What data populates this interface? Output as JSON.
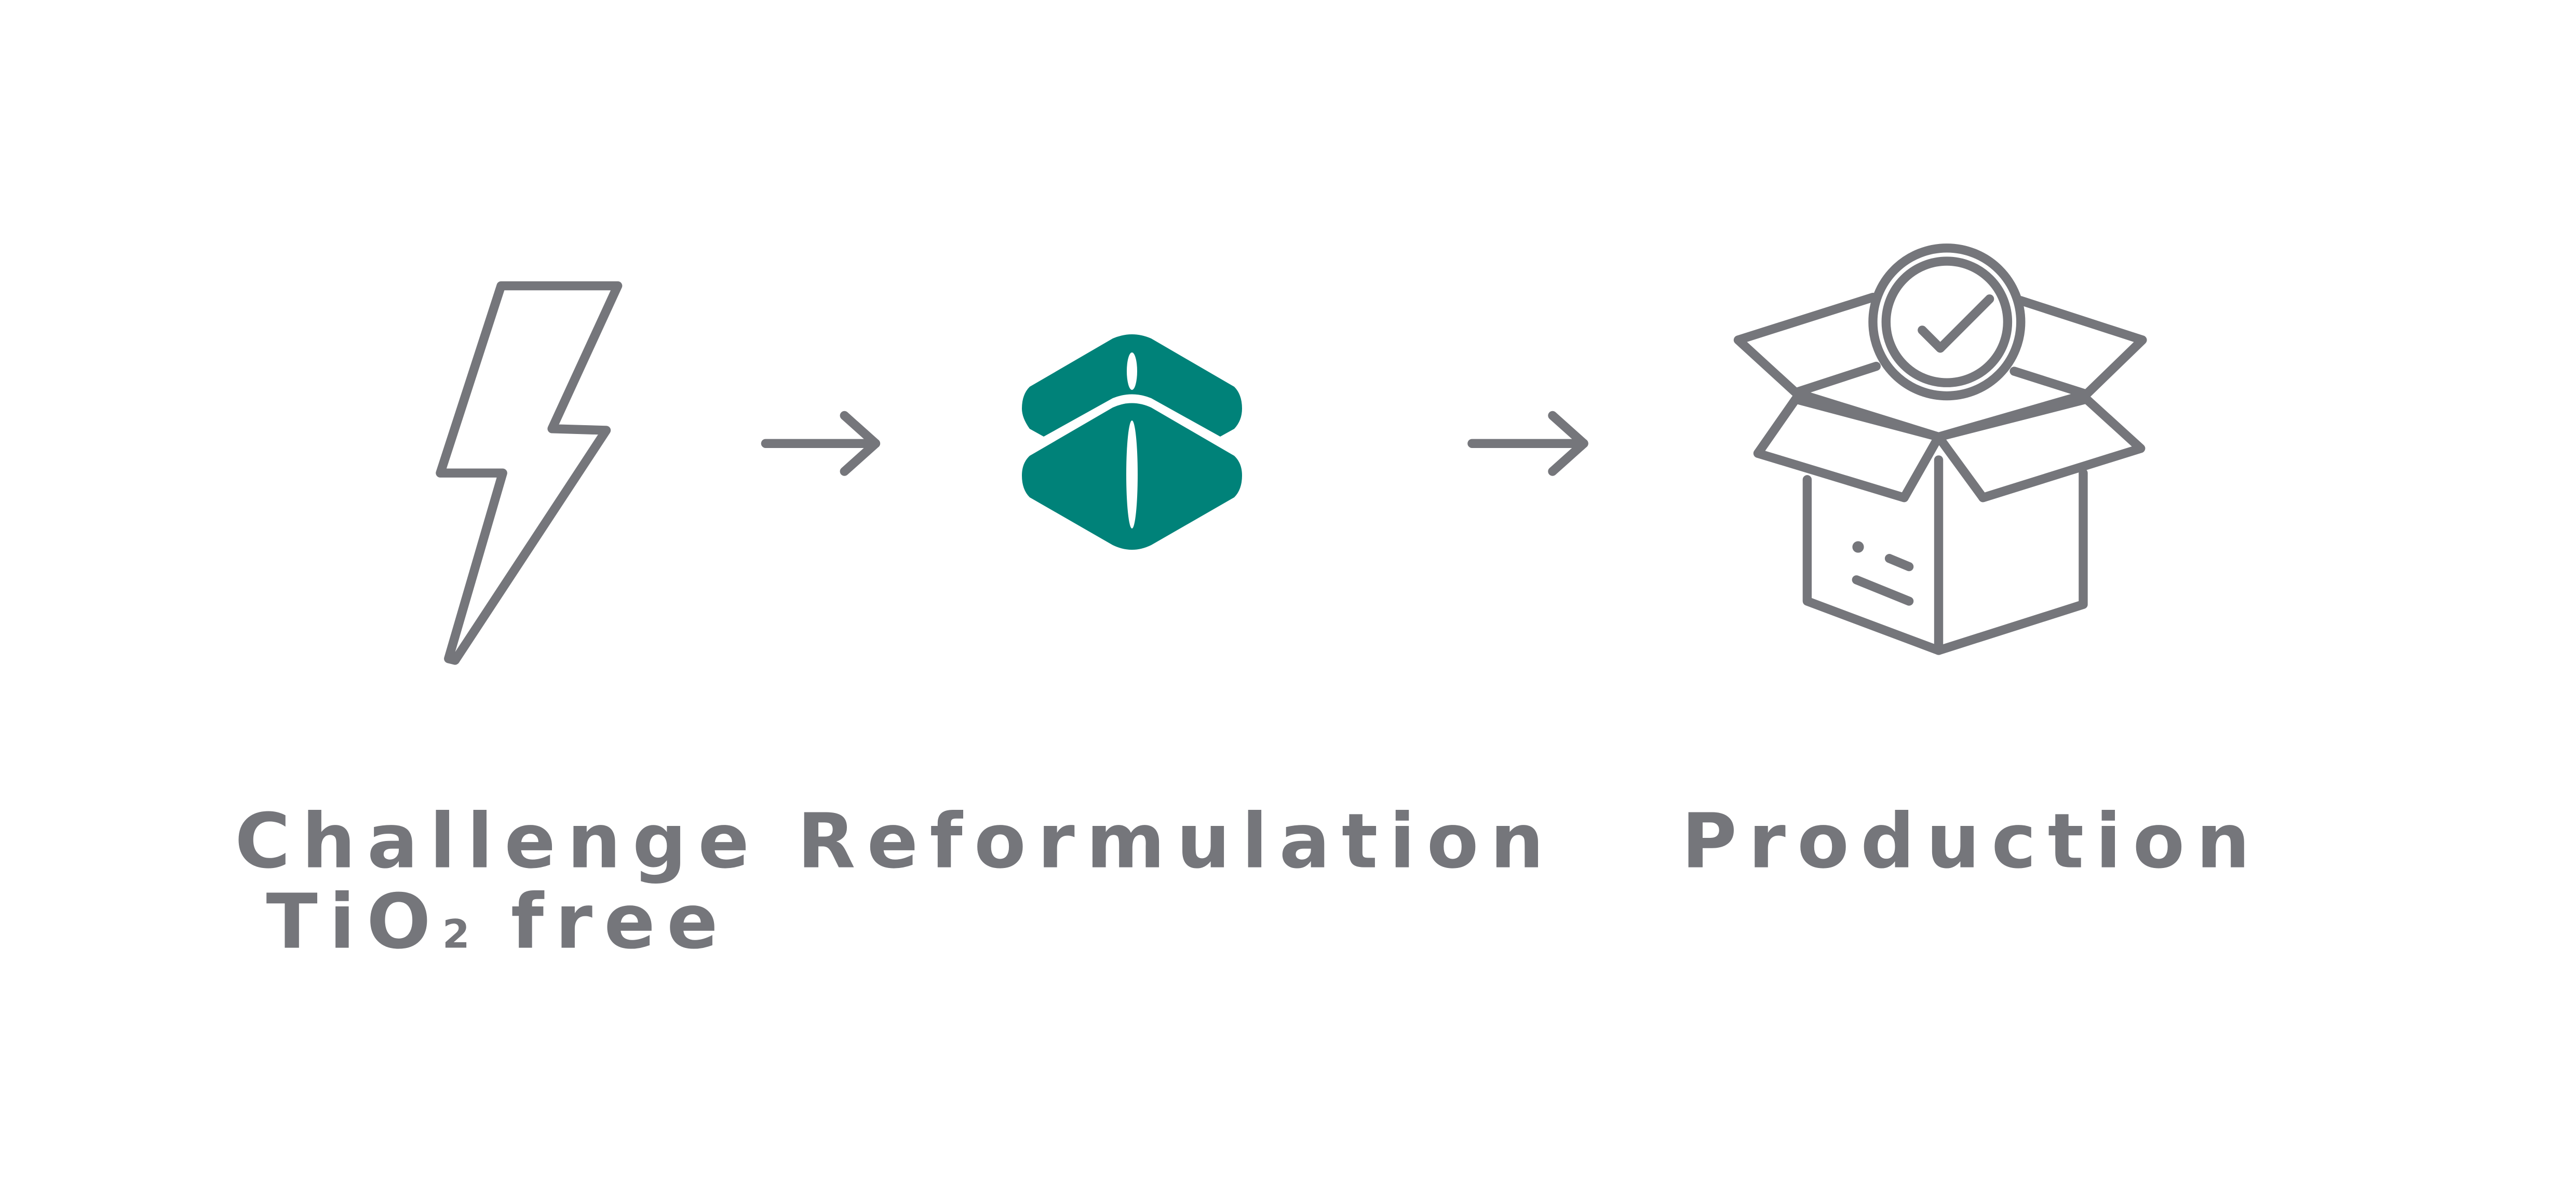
{
  "colors": {
    "gray": "#75767b",
    "teal": "#008279",
    "background": "#ffffff"
  },
  "steps": [
    {
      "icon": "lightning-bolt-icon",
      "line1": "Challenge",
      "line2_main": "TiO",
      "line2_sub": "2",
      "line2_rest": " free"
    },
    {
      "icon": "tablet-capsule-logo-icon",
      "line1": "Reformulation"
    },
    {
      "icon": "open-box-check-icon",
      "line1": "Production"
    }
  ],
  "connectors": [
    "arrow-right-icon",
    "arrow-right-icon"
  ]
}
